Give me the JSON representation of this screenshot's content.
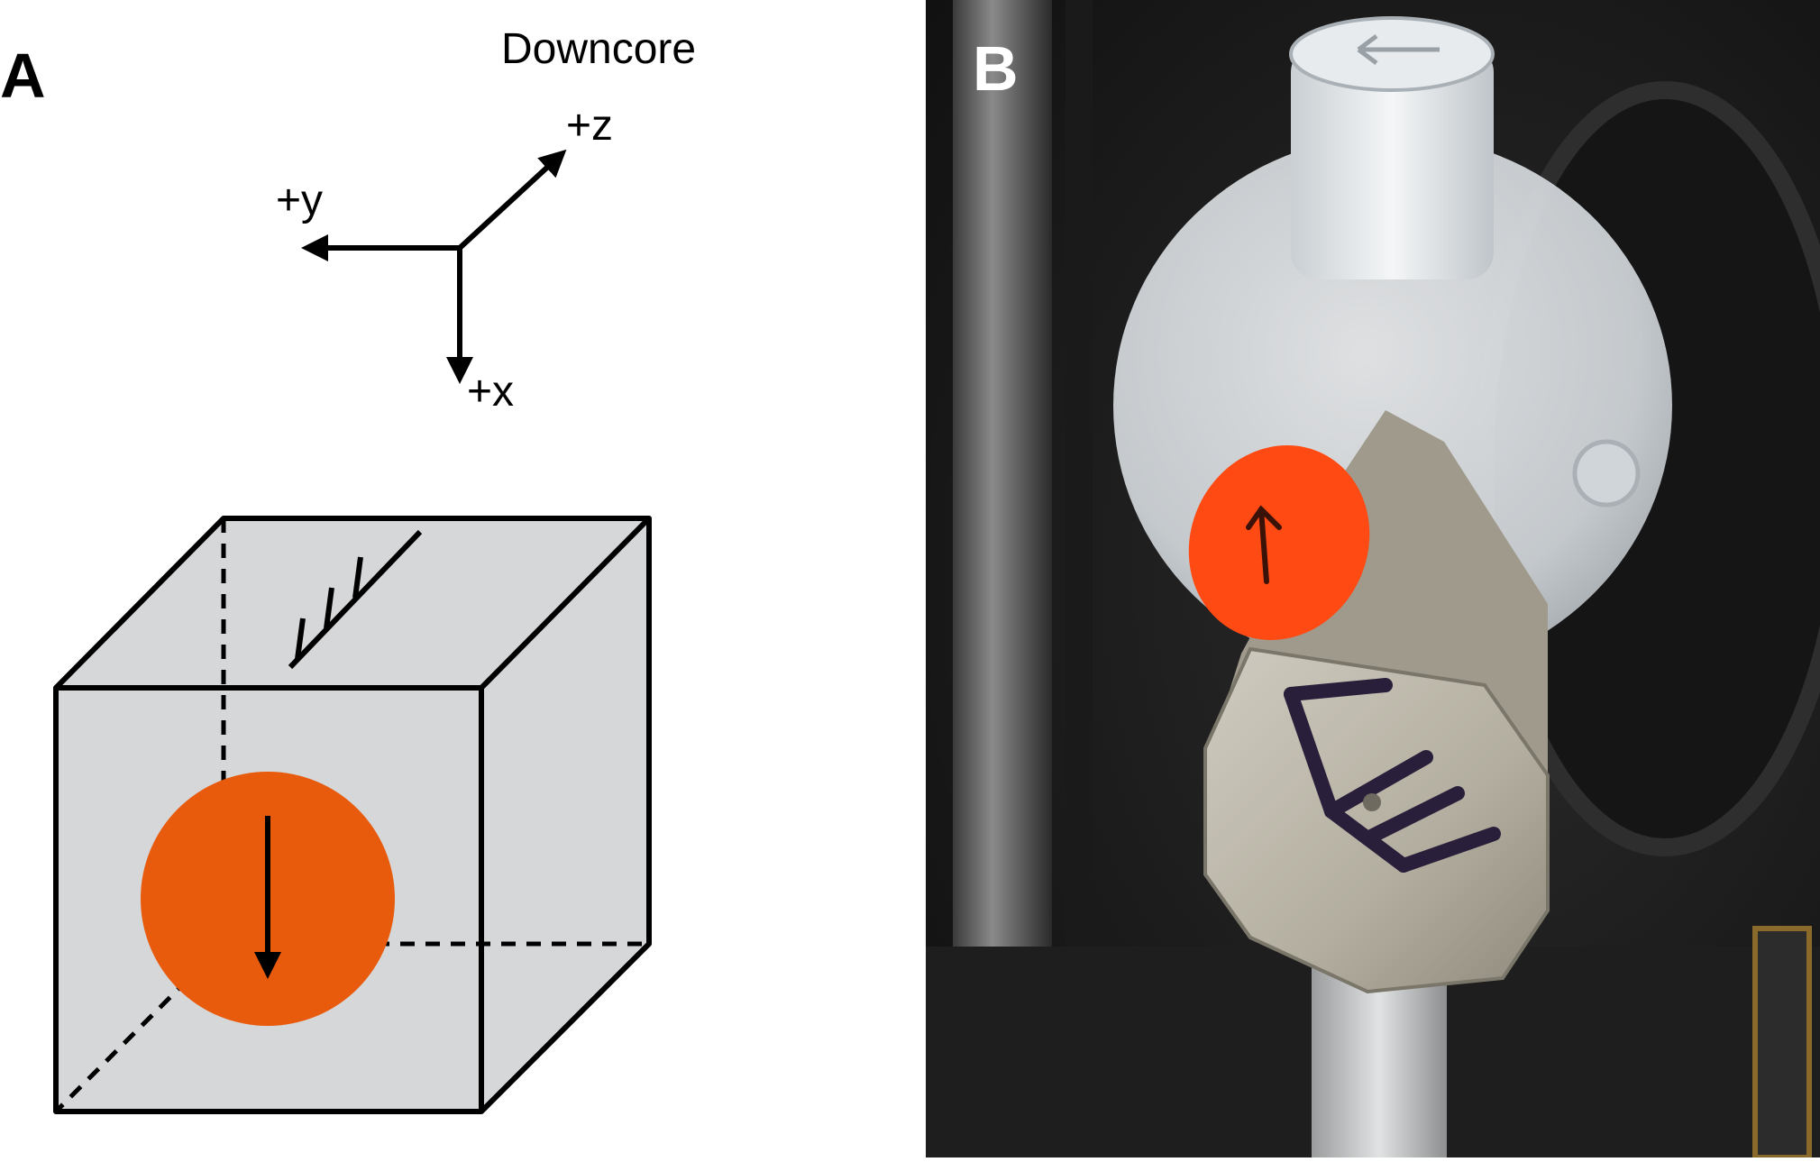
{
  "panel_a": {
    "label": "A",
    "axes_title": "Downcore",
    "axis_z": "+z",
    "axis_y": "+y",
    "axis_x": "+x"
  },
  "panel_b": {
    "label": "B"
  },
  "colors": {
    "cube_fill": "#d6d7d9",
    "line": "#000000",
    "orange_marker": "#e85a0c",
    "photo_background": "#1b1b1b",
    "photo_holder": "#d9dde0",
    "photo_sample": "#b5b1a6"
  },
  "icons": [
    "downcore-axes-icon",
    "sample-cube-icon",
    "orientation-arrow-icon",
    "bedding-hatch-icon"
  ]
}
